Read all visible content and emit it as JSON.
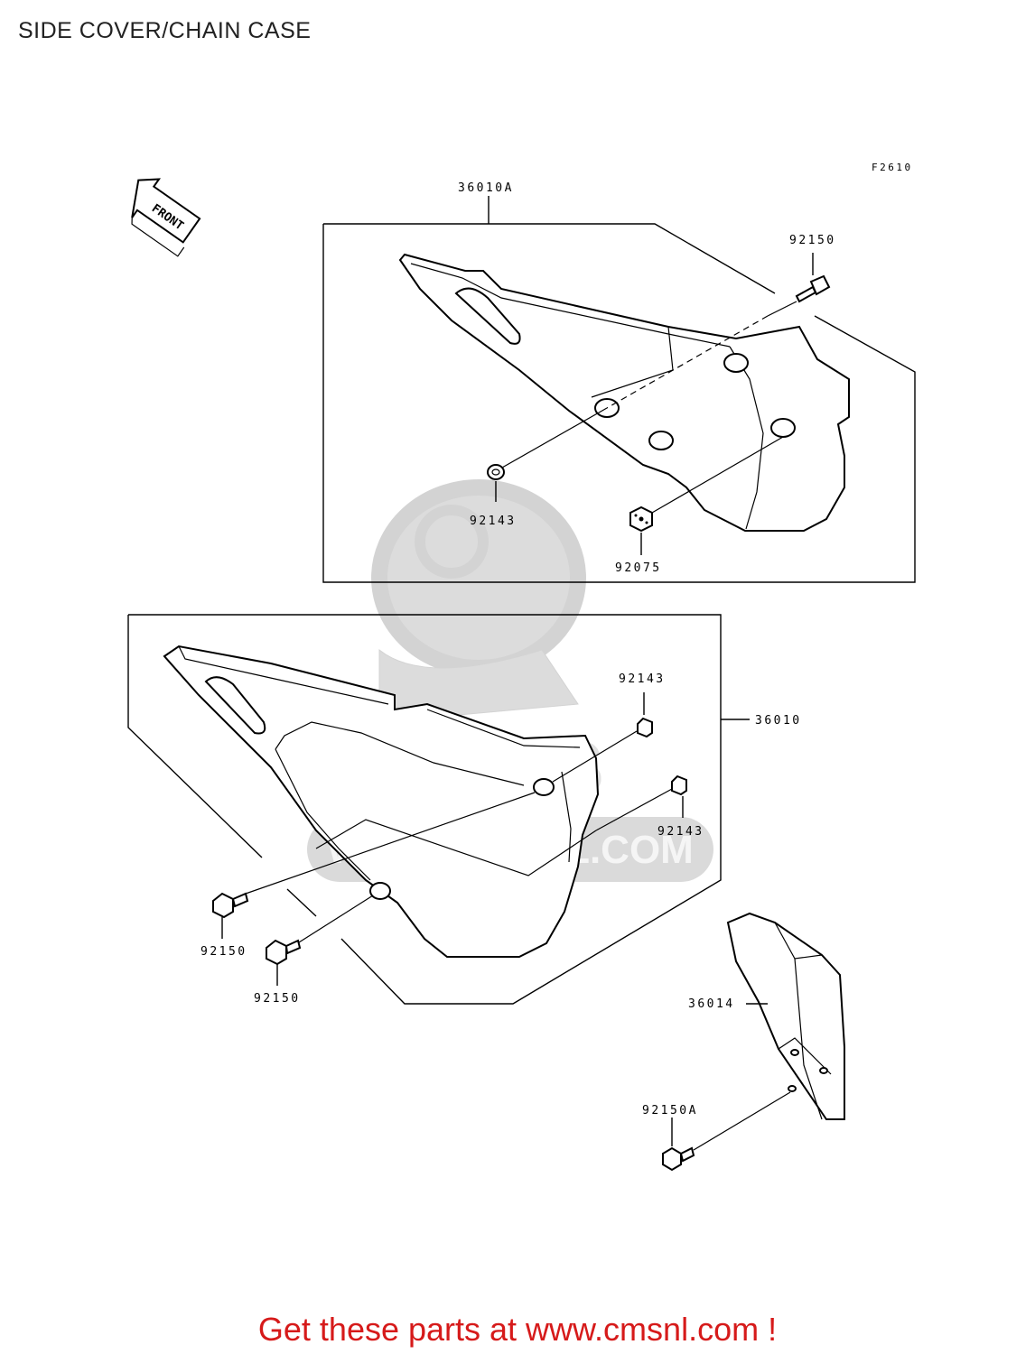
{
  "title": "SIDE COVER/CHAIN CASE",
  "figure_code": "F2610",
  "front_label": "FRONT",
  "watermark_text": "WWW.CMSNL.COM",
  "watermark_logo": "cms",
  "labels": {
    "p36010A": "36010A",
    "p92150_top": "92150",
    "p92143_top": "92143",
    "p92075": "92075",
    "p92143_mid": "92143",
    "p36010": "36010",
    "p92143_right": "92143",
    "p92150_left": "92150",
    "p92150_bottom": "92150",
    "p36014": "36014",
    "p92150A": "92150A"
  },
  "footer": "Get these parts at www.cmsnl.com !",
  "colors": {
    "footer": "#d61a1a",
    "watermark": "#d9d9d9",
    "lines": "#000000"
  }
}
